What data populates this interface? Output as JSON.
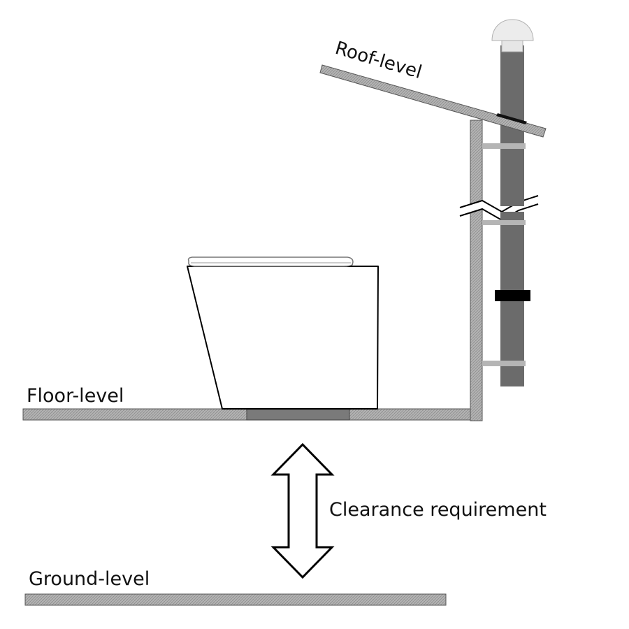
{
  "labels": {
    "roof": "Roof-level",
    "floor": "Floor-level",
    "clearance": "Clearance requirement",
    "ground": "Ground-level"
  },
  "colors": {
    "slab_fill": "#a8a8a8",
    "slab_stroke": "#555555",
    "pipe": "#6b6b6b",
    "pipe_outlet": "#7a7a7a",
    "bracket": "#b5b5b5",
    "strap": "#000000",
    "vent_cap": "#e6e6e6",
    "toilet_fill": "#ffffff",
    "outline": "#000000"
  }
}
